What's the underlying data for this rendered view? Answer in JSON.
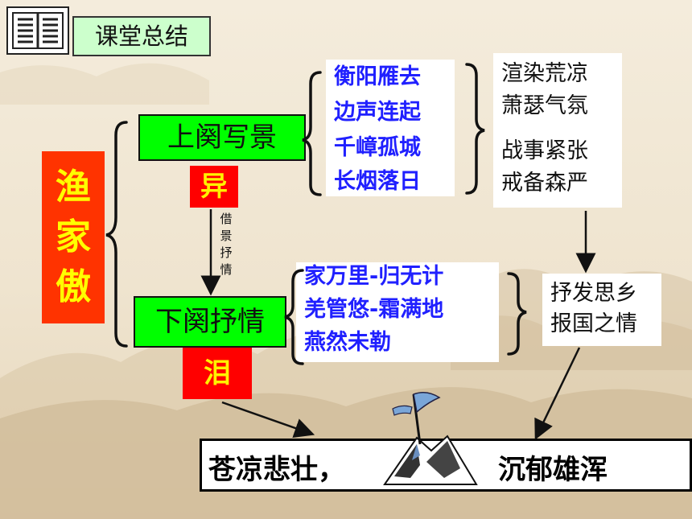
{
  "header": {
    "title": "课堂总结",
    "icon": "book-icon"
  },
  "title": {
    "chars": [
      "渔",
      "家",
      "傲"
    ]
  },
  "upper": {
    "label": "上阕写景",
    "tag": "异",
    "lines": [
      "衡阳雁去",
      "边声连起",
      "千嶂孤城",
      "长烟落日"
    ],
    "result": [
      "渲染荒凉",
      "萧瑟气氛",
      "战事紧张",
      "戒备森严"
    ]
  },
  "transition": {
    "chars": [
      "借",
      "景",
      "抒",
      "情"
    ]
  },
  "lower": {
    "label": "下阕抒情",
    "tag": "泪",
    "lines": [
      "家万里-归无计",
      "羌管悠-霜满地",
      "燕然未勒"
    ],
    "result": [
      "抒发思乡",
      "报国之情"
    ]
  },
  "conclusion": {
    "left": "苍凉悲壮，",
    "right": "沉郁雄浑",
    "icon": "mountain-flag-icon"
  },
  "colors": {
    "green": "#00ff00",
    "red": "#ff0000",
    "yellow": "#ffff00",
    "blue": "#2020ff"
  }
}
